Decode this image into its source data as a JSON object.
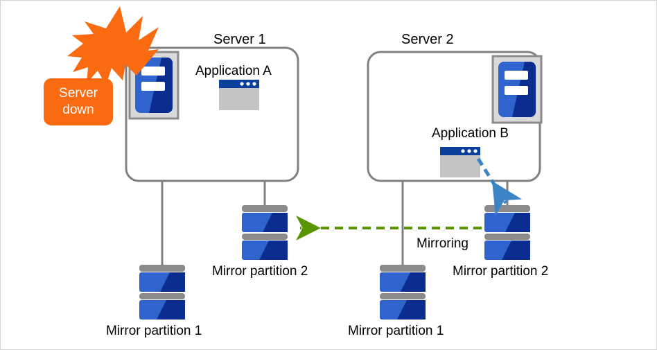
{
  "diagram": {
    "title_servers": [
      {
        "label": "Server 1"
      },
      {
        "label": "Server 2"
      }
    ],
    "applications": [
      {
        "label": "Application  A"
      },
      {
        "label": "Application  B"
      }
    ],
    "alert": {
      "line1": "Server",
      "line2": "down",
      "color": "#f96a11"
    },
    "mirroring_label": "Mirroring",
    "partitions": [
      {
        "label": "Mirror partition 2",
        "side": "left-upper"
      },
      {
        "label": "Mirror partition 1",
        "side": "left-lower"
      },
      {
        "label": "Mirror partition 2",
        "side": "right-upper"
      },
      {
        "label": "Mirror partition 1",
        "side": "right-lower"
      }
    ],
    "icons": {
      "server": "server-icon",
      "app_window": "application-window-icon",
      "disk": "disk-stack-icon",
      "burst": "lightning-burst-icon",
      "mirroring_arrow": "green-dashed-left-arrow-icon",
      "write_arrow": "blue-dashed-down-arrow-icon"
    },
    "colors": {
      "server_box_border": "#808080",
      "connector_line": "#808080",
      "disk_blue_light": "#2f63cd",
      "disk_blue_dark": "#0b2d8f",
      "disk_gray": "#8b8b8b",
      "app_titlebar": "#0b3f9e",
      "app_body": "#c4c4c4",
      "mirroring_arrow": "#5a9400",
      "write_arrow": "#3d84c6",
      "alert_orange": "#f96a11"
    }
  }
}
